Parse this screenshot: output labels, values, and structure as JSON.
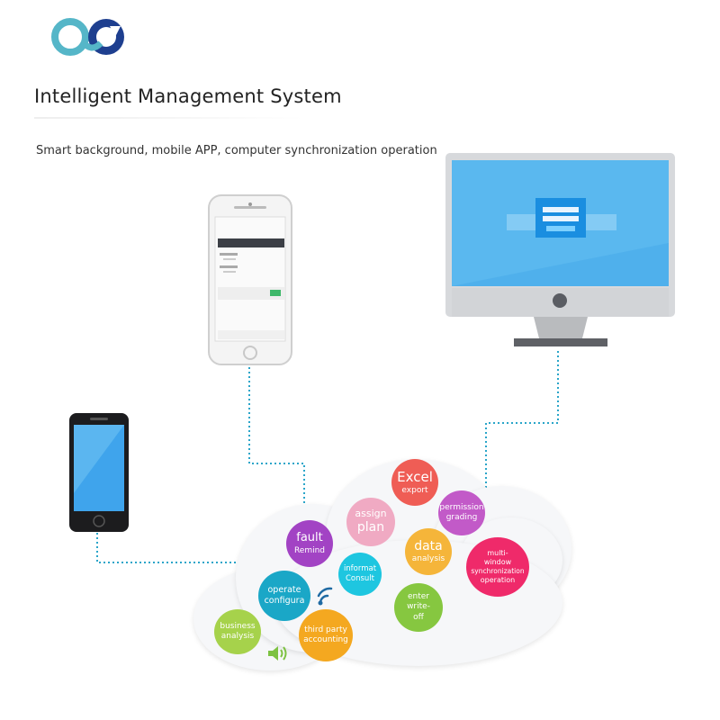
{
  "header": {
    "title": "Intelligent Management System",
    "subtitle": "Smart background, mobile APP, computer synchronization operation"
  },
  "logo": {
    "icon": "brand-logo-icon",
    "colors": [
      "#55b6c8",
      "#1e3f8f"
    ]
  },
  "devices": {
    "tablet_phone": {
      "icon": "white-smartphone-icon"
    },
    "dark_phone": {
      "icon": "black-smartphone-icon"
    },
    "monitor": {
      "icon": "desktop-monitor-icon"
    }
  },
  "features": [
    {
      "id": "excel-export",
      "line1": "Excel",
      "line2": "export",
      "color": "#ef5d55"
    },
    {
      "id": "permission-grading",
      "line1": "permission",
      "line2": "grading",
      "color": "#c25ac8"
    },
    {
      "id": "assign-plan",
      "line1": "assign",
      "line2": "plan",
      "color": "#f0aac3"
    },
    {
      "id": "fault-remind",
      "line1": "fault",
      "line2": "Remind",
      "color": "#a243c4"
    },
    {
      "id": "data-analysis",
      "line1": "data",
      "line2": "analysis",
      "color": "#f5b53a"
    },
    {
      "id": "multi-window",
      "line1": "multi-",
      "line2": "window",
      "line3": "synchronization",
      "line4": "operation",
      "color": "#ef2a6a"
    },
    {
      "id": "information-consult",
      "line1": "informat",
      "line2": "Consult",
      "color": "#1ec6e0"
    },
    {
      "id": "operate-configuration",
      "line1": "operate",
      "line2": "configura",
      "color": "#1aa7c7"
    },
    {
      "id": "enter-write-off",
      "line1": "enter",
      "line2": "write-",
      "line3": "off",
      "color": "#86c740"
    },
    {
      "id": "business-analysis",
      "line1": "business",
      "line2": "analysis",
      "color": "#a6d24b"
    },
    {
      "id": "third-party-accounting",
      "line1": "third party",
      "line2": "accounting",
      "color": "#f4a820"
    }
  ],
  "icons": {
    "wifi": "wifi-icon",
    "speaker": "speaker-icon"
  },
  "colors": {
    "connector": "#2aa5c9",
    "cloud": "#f6f7f9",
    "screen": "#4fb0ec"
  }
}
